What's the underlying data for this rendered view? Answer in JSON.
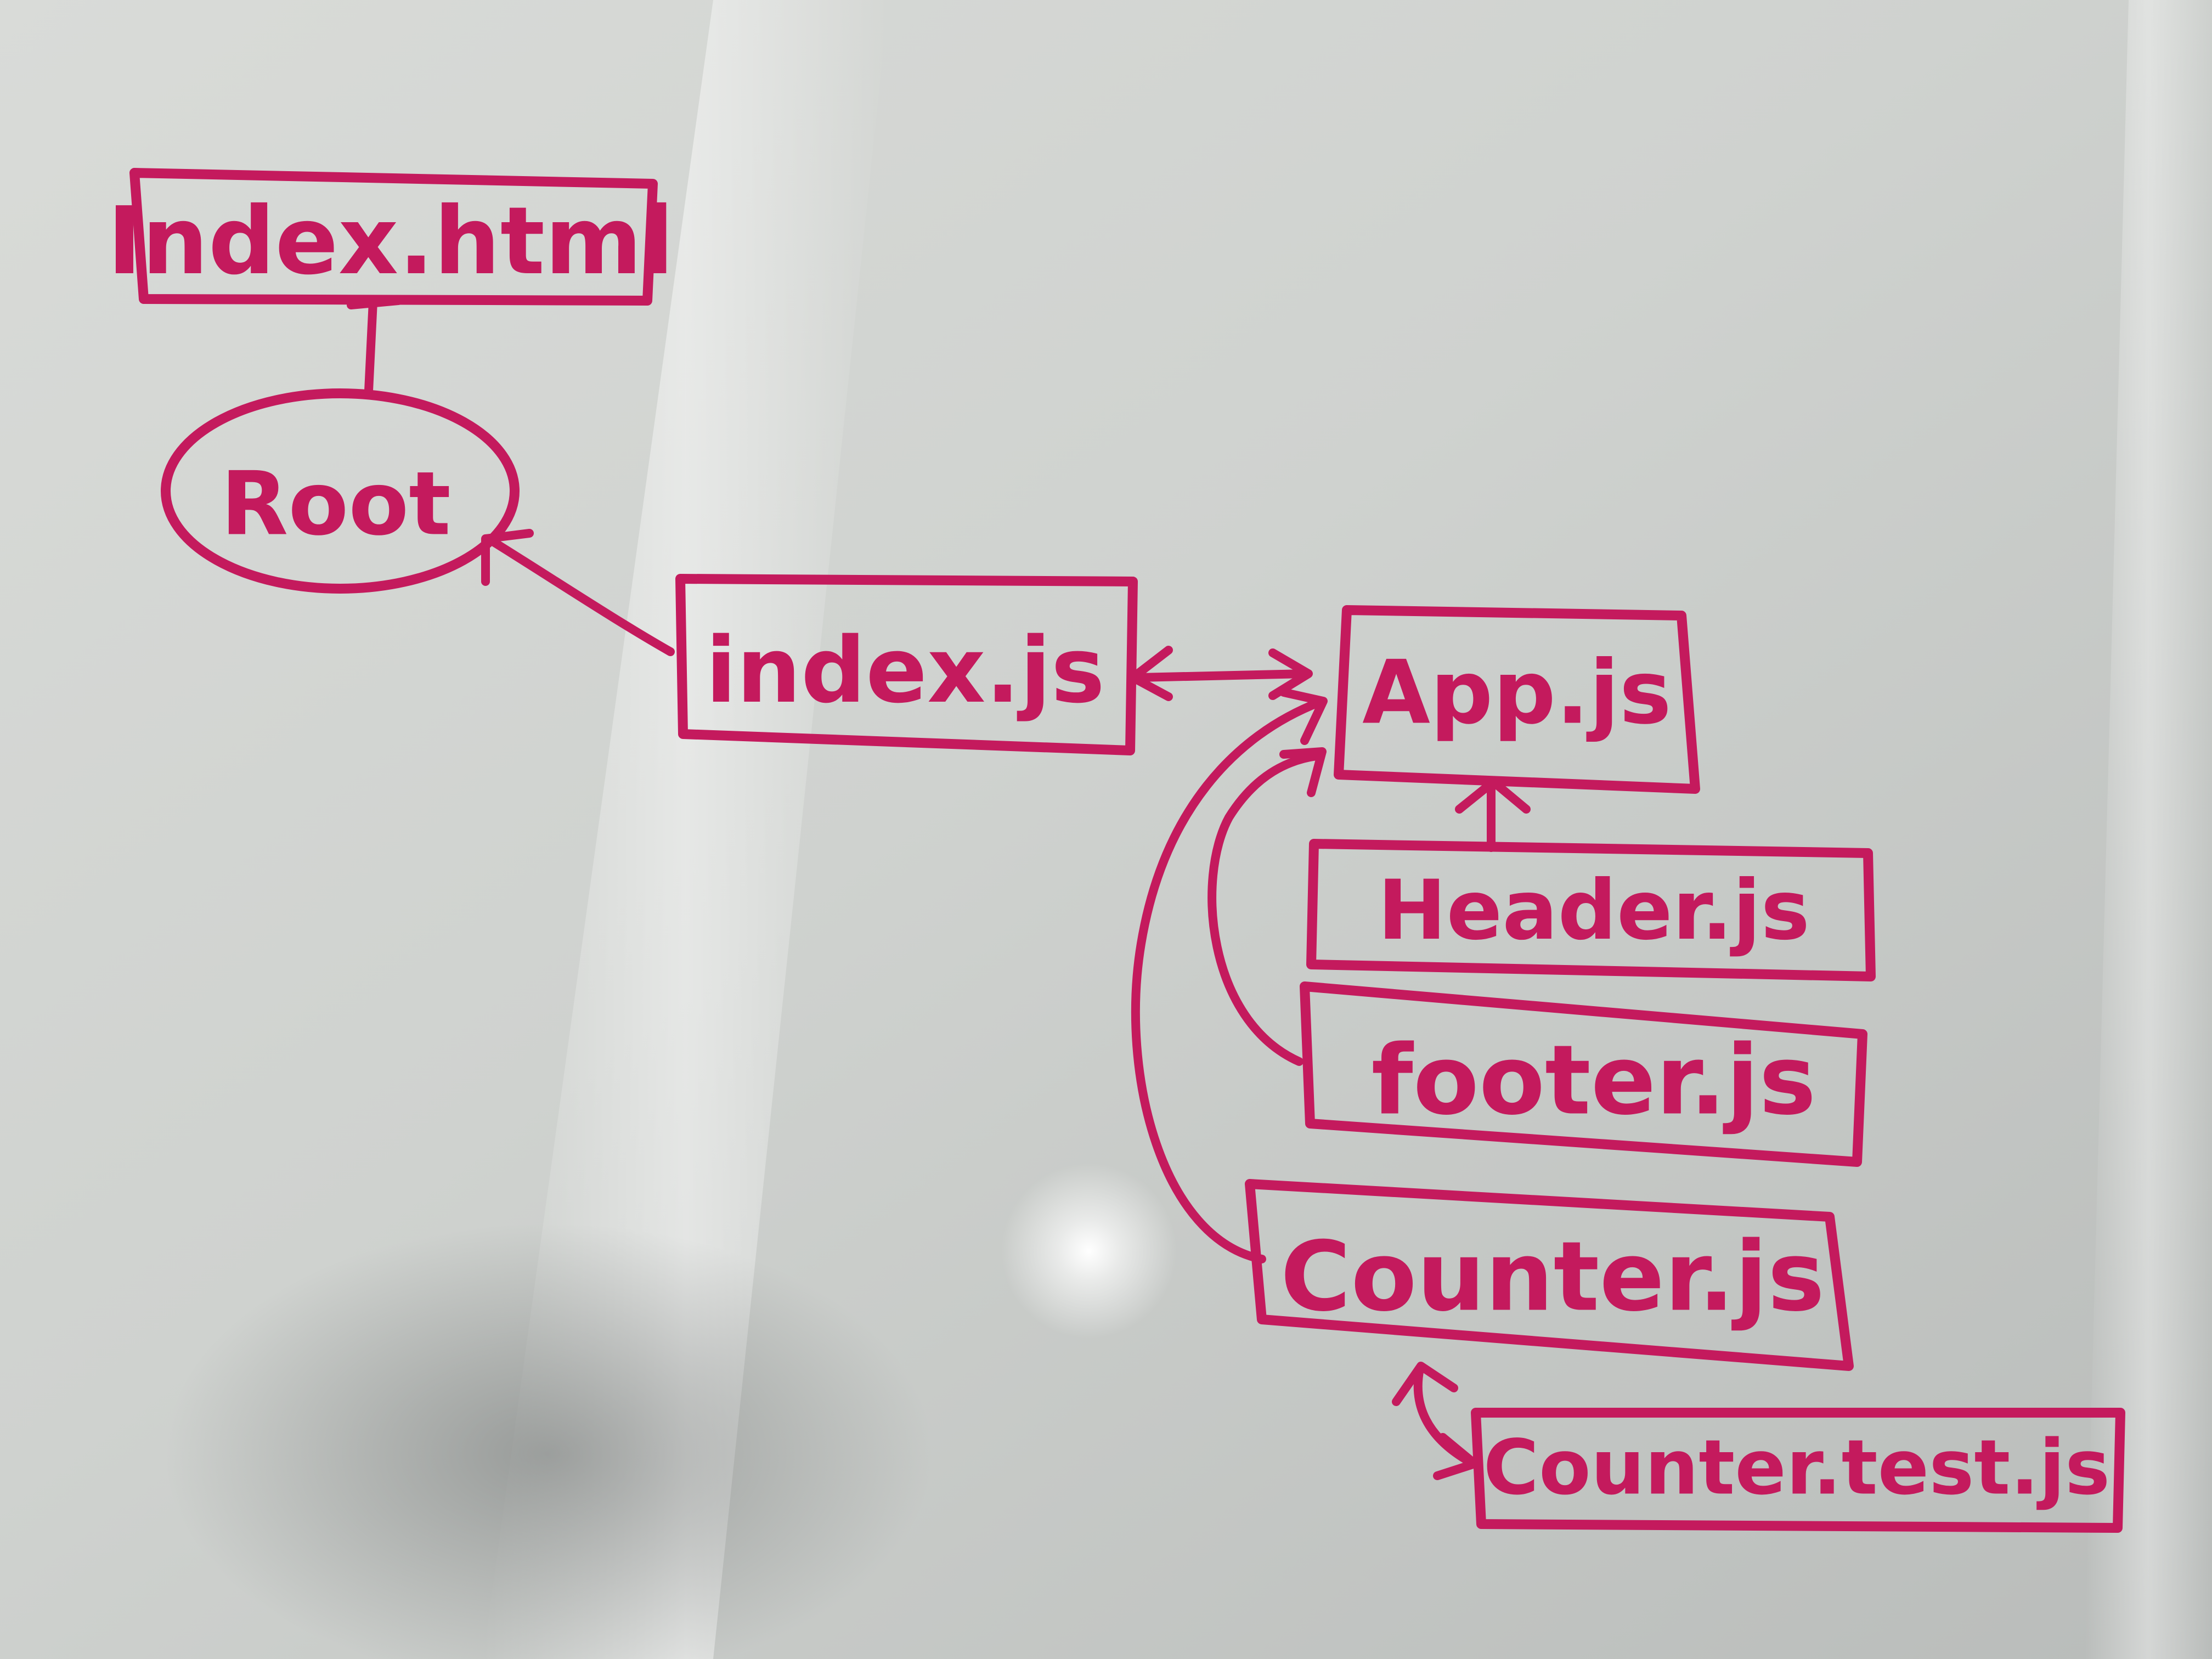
{
  "colors": {
    "marker": "#c41a5d",
    "board_light": "#eef0ee",
    "board_mid": "#cfd2cf",
    "board_shadow": "#8e908f",
    "glare": "#ffffff"
  },
  "diagram": {
    "nodes": [
      {
        "id": "index_html",
        "label": "Index.html",
        "shape": "box"
      },
      {
        "id": "root",
        "label": "Root",
        "shape": "ellipse"
      },
      {
        "id": "index_js",
        "label": "index.js",
        "shape": "box"
      },
      {
        "id": "app_js",
        "label": "App.js",
        "shape": "box"
      },
      {
        "id": "header_js",
        "label": "Header.js",
        "shape": "box"
      },
      {
        "id": "footer_js",
        "label": "footer.js",
        "shape": "box"
      },
      {
        "id": "counter_js",
        "label": "Counter.js",
        "shape": "box"
      },
      {
        "id": "counter_test_js",
        "label": "Counter.test.js",
        "shape": "box"
      }
    ],
    "edges": [
      {
        "from": "root",
        "to": "index_html",
        "direction": "forward"
      },
      {
        "from": "index_js",
        "to": "root",
        "direction": "forward"
      },
      {
        "from": "index_js",
        "to": "app_js",
        "direction": "both"
      },
      {
        "from": "header_js",
        "to": "app_js",
        "direction": "forward"
      },
      {
        "from": "footer_js",
        "to": "app_js",
        "direction": "forward"
      },
      {
        "from": "counter_js",
        "to": "app_js",
        "direction": "forward"
      },
      {
        "from": "counter_js",
        "to": "counter_test_js",
        "direction": "both"
      }
    ]
  }
}
